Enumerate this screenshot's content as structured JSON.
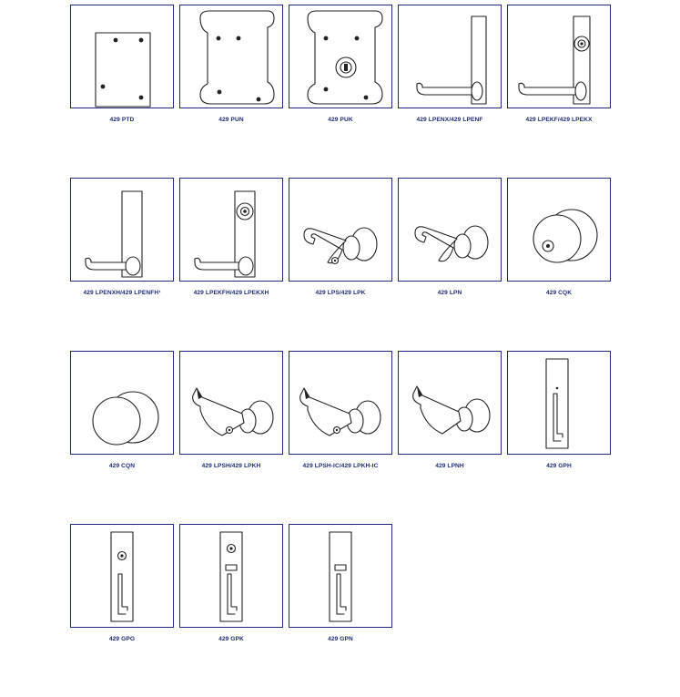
{
  "items": [
    {
      "label": "429 PTD",
      "icon": "flat-plate-icon"
    },
    {
      "label": "429 PUN",
      "icon": "pull-plate-icon"
    },
    {
      "label": "429 PUK",
      "icon": "pull-plate-cylinder-icon"
    },
    {
      "label": "429 LPENX/429 LPENF",
      "icon": "lever-plate-icon"
    },
    {
      "label": "429 LPEKF/429 LPEKX",
      "icon": "lever-plate-cylinder-icon"
    },
    {
      "label": "429 LPENXH/429 LPENFH¹",
      "icon": "lever-tall-plate-icon"
    },
    {
      "label": "429 LPEKFH/429 LPEKXH",
      "icon": "lever-tall-plate-cylinder-icon"
    },
    {
      "label": "429 LPS/429 LPK",
      "icon": "lever-rose-cylinder-icon"
    },
    {
      "label": "429 LPN",
      "icon": "lever-rose-icon"
    },
    {
      "label": "429 CQK",
      "icon": "knob-cylinder-icon"
    },
    {
      "label": "429 CQN",
      "icon": "knob-icon"
    },
    {
      "label": "429 LPSH/429 LPKH",
      "icon": "lever-hook-cylinder-icon"
    },
    {
      "label": "429 LPSH-IC/429 LPKH-IC",
      "icon": "lever-hook-ic-icon"
    },
    {
      "label": "429 LPNH",
      "icon": "lever-hook-icon"
    },
    {
      "label": "429 GPH",
      "icon": "grip-plate-icon"
    },
    {
      "label": "429 GPG",
      "icon": "grip-plate-cylinder-icon"
    },
    {
      "label": "429 GPK",
      "icon": "grip-plate-cylinder-thumb-icon"
    },
    {
      "label": "429 GPN",
      "icon": "grip-plate-thumb-icon"
    }
  ]
}
